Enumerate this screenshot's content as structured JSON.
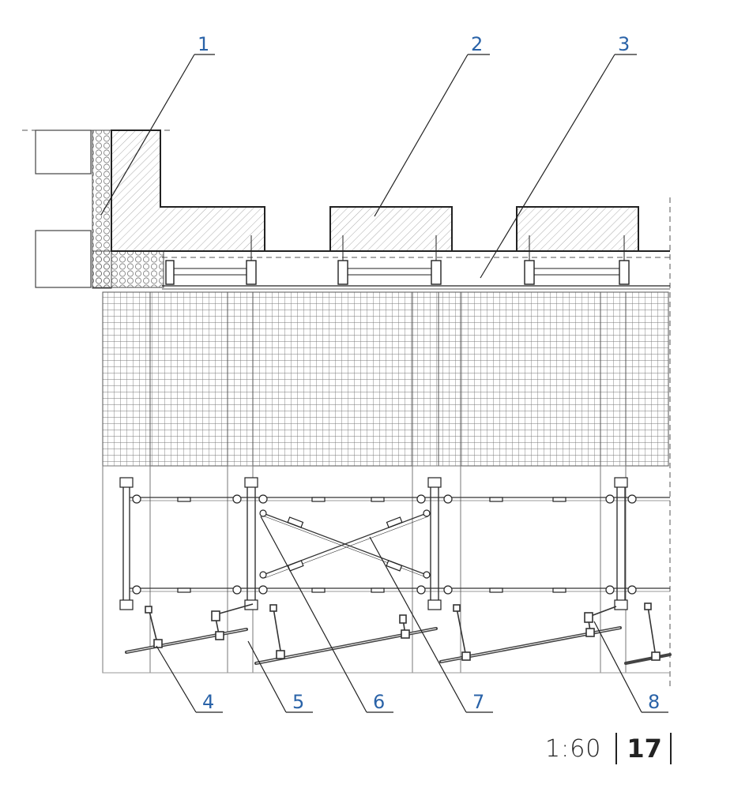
{
  "drawing": {
    "callouts": [
      "1",
      "2",
      "3",
      "4",
      "5",
      "6",
      "7",
      "8"
    ]
  },
  "footer": {
    "scale": "1:60",
    "page_number": "17"
  },
  "colors": {
    "callout": "#2a63a8",
    "line": "#333333",
    "grid": "#777777"
  }
}
